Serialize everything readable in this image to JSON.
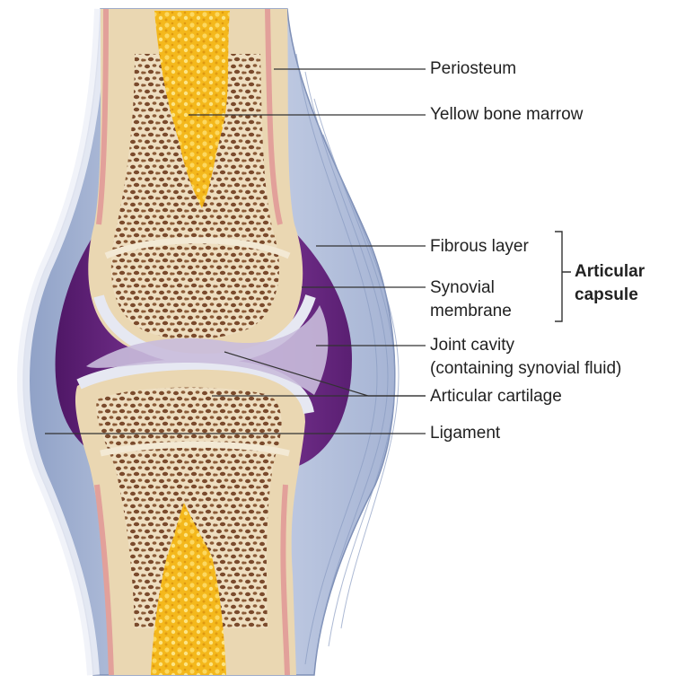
{
  "labels": {
    "periosteum": "Periosteum",
    "yellow_bone_marrow": "Yellow bone marrow",
    "fibrous_layer": "Fibrous layer",
    "synovial_membrane": [
      "Synovial",
      "membrane"
    ],
    "articular_capsule": [
      "Articular",
      "capsule"
    ],
    "joint_cavity": [
      "Joint cavity",
      "(containing synovial fluid)"
    ],
    "articular_cartilage": "Articular cartilage",
    "ligament": "Ligament"
  },
  "colors": {
    "ligament_blue": "#b8c4dc",
    "capsule_purple": "#6a2a82",
    "bone_tan": "#ecdcb8",
    "marrow_yellow": "#f2b820",
    "periosteum_pink": "#e6a6a0",
    "cartilage_white": "#e8eaf2"
  }
}
